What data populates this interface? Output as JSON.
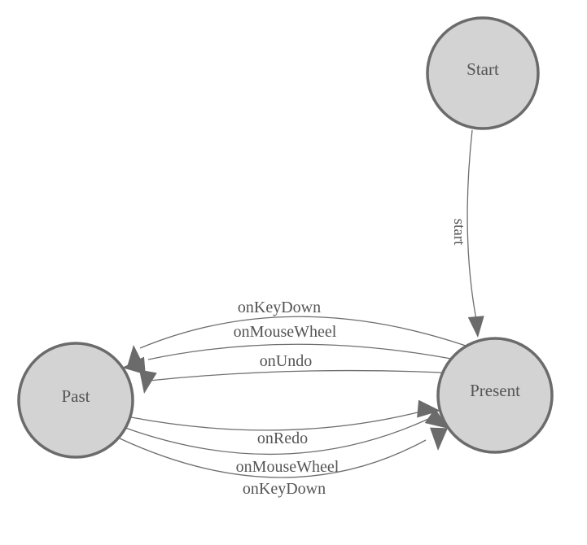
{
  "diagram": {
    "type": "finite-state-machine",
    "nodes": [
      {
        "id": "start",
        "label": "Start"
      },
      {
        "id": "past",
        "label": "Past"
      },
      {
        "id": "present",
        "label": "Present"
      }
    ],
    "edges": [
      {
        "id": "start-to-present",
        "label": "start",
        "from": "Start",
        "to": "Present"
      },
      {
        "id": "present-to-past-keydown",
        "label": "onKeyDown",
        "from": "Present",
        "to": "Past"
      },
      {
        "id": "present-to-past-mousewheel",
        "label": "onMouseWheel",
        "from": "Present",
        "to": "Past"
      },
      {
        "id": "present-to-past-undo",
        "label": "onUndo",
        "from": "Present",
        "to": "Past"
      },
      {
        "id": "past-to-present-redo",
        "label": "onRedo",
        "from": "Past",
        "to": "Present"
      },
      {
        "id": "past-to-present-mousewheel",
        "label": "onMouseWheel",
        "from": "Past",
        "to": "Present"
      },
      {
        "id": "past-to-present-keydown",
        "label": "onKeyDown",
        "from": "Past",
        "to": "Present"
      }
    ],
    "colors": {
      "background": "#ffffff",
      "node_fill": "#d3d3d3",
      "node_stroke": "#6b6b6b",
      "edge_stroke": "#6e6e6e",
      "arrow_fill": "#6b6b6b",
      "label_text": "#545454"
    }
  }
}
